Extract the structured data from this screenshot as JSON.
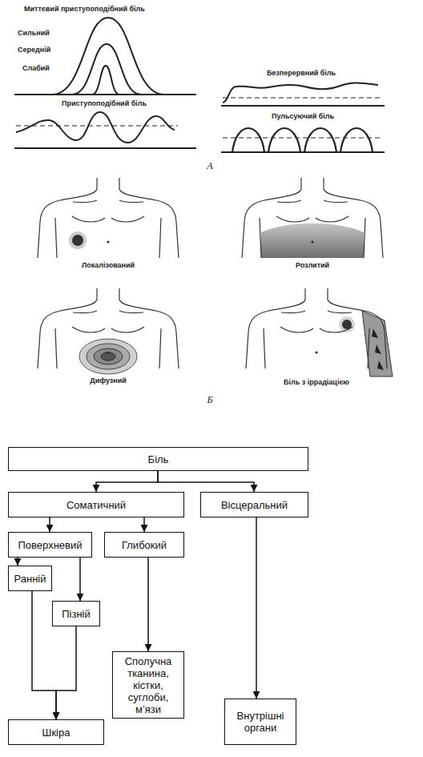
{
  "diagram": {
    "nodes": [
      {
        "text": [
          "Біль"
        ]
      },
      {
        "text": [
          "Соматичний"
        ]
      },
      {
        "text": [
          "Вісцеральний"
        ]
      },
      {
        "text": [
          "Поверхневий"
        ]
      },
      {
        "text": [
          "Глибокий"
        ]
      },
      {
        "text": [
          "Ранній"
        ]
      },
      {
        "text": [
          "Пізній"
        ]
      },
      {
        "text": [
          "Сполучна тканина, кістки, суглоби, м’язи"
        ]
      },
      {
        "text": [
          "Шкіра"
        ]
      },
      {
        "text": [
          "Внутрішні органи"
        ]
      }
    ],
    "edges": [
      {
        "from": 0,
        "to": 1,
        "arrow": "to"
      },
      {
        "from": 0,
        "to": 2,
        "arrow": "to"
      },
      {
        "from": 1,
        "to": 3,
        "arrow": "to"
      },
      {
        "from": 1,
        "to": 4,
        "arrow": "to"
      },
      {
        "from": 3,
        "to": 5,
        "arrow": "to"
      },
      {
        "from": 3,
        "to": 6,
        "arrow": "to"
      },
      {
        "from": 5,
        "to": 8,
        "arrow": "to"
      },
      {
        "from": 6,
        "to": 8,
        "arrow": "to"
      },
      {
        "from": 4,
        "to": 7,
        "arrow": "to"
      },
      {
        "from": 2,
        "to": 9,
        "arrow": "to"
      }
    ],
    "labels": [
      "Миттєвий приступоподібний біль",
      "Сильний",
      "Середній",
      "Слабий",
      "Безперервний біль",
      "Приступоподібний біль",
      "Пульсуючий біль",
      "А",
      "Локалізований",
      "Розлитий",
      "Дифузний",
      "Біль з іррадіацією",
      "Б"
    ]
  }
}
